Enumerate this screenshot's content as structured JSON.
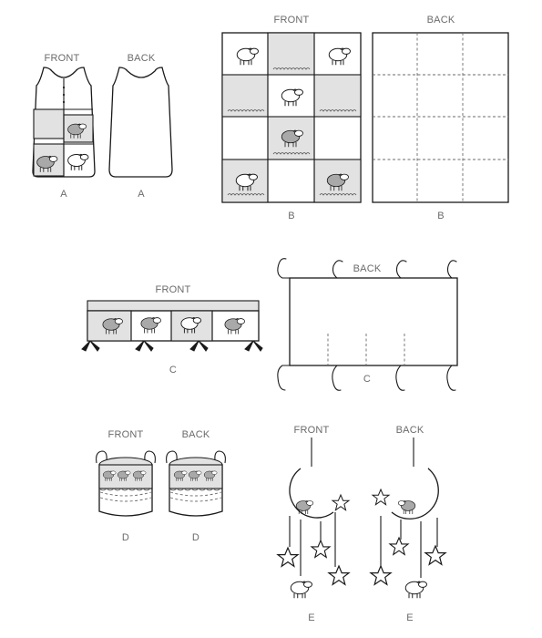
{
  "labels": {
    "front": "FRONT",
    "back": "BACK",
    "view_a": "A",
    "view_b": "B",
    "view_c": "C",
    "view_d": "D",
    "view_e": "E"
  },
  "colors": {
    "outline": "#1a1a1a",
    "light_panel": "#e2e2e2",
    "dark_sheep": "#a9a9a9",
    "label_text": "#6b6b6b"
  },
  "items": [
    {
      "id": "A",
      "name": "sleep-sack",
      "views": [
        "FRONT",
        "BACK"
      ]
    },
    {
      "id": "B",
      "name": "quilt",
      "views": [
        "FRONT",
        "BACK"
      ]
    },
    {
      "id": "C",
      "name": "crib-bumper",
      "views": [
        "FRONT",
        "BACK"
      ]
    },
    {
      "id": "D",
      "name": "storage-basket",
      "views": [
        "FRONT",
        "BACK"
      ]
    },
    {
      "id": "E",
      "name": "mobile",
      "views": [
        "FRONT",
        "BACK"
      ]
    }
  ]
}
